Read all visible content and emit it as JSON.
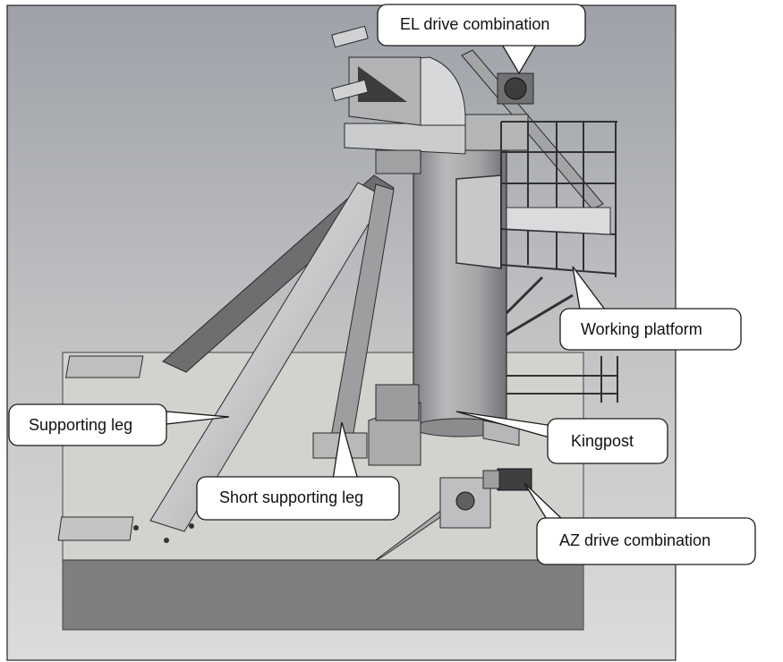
{
  "figure": {
    "callouts": {
      "el_drive": "EL drive combination",
      "working_platform": "Working platform",
      "supporting_leg": "Supporting leg",
      "kingpost": "Kingpost",
      "short_supporting_leg": "Short supporting leg",
      "az_drive": "AZ drive combination"
    },
    "colors": {
      "background_top": "#9da0a7",
      "background_bottom": "#d9d9d7",
      "base_top": "#cfcfcd",
      "base_front": "#7d7d7d",
      "steel": "#b9bbbc",
      "steel_dark": "#6e7072",
      "outline": "#2a2a2a"
    }
  }
}
